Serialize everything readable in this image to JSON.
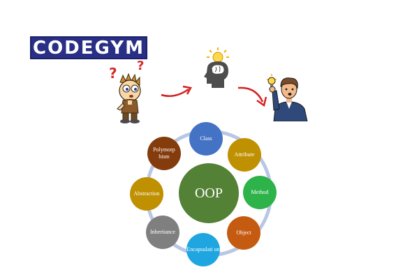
{
  "logo": {
    "text": "CODEGYM"
  },
  "illustration": {
    "question_marks": [
      "?",
      "?"
    ],
    "icons": [
      "confused-child-icon",
      "head-lightbulb-icon",
      "man-lightbulb-idea-icon",
      "red-arrow-icon"
    ]
  },
  "diagram": {
    "center": {
      "label": "OOP",
      "color": "#538135"
    },
    "connector_color": "#b9c7e4",
    "nodes": [
      {
        "label": "Class",
        "color": "#4472c4"
      },
      {
        "label": "Attribute",
        "color": "#bf9000"
      },
      {
        "label": "Method",
        "color": "#2db34a"
      },
      {
        "label": "Object",
        "color": "#c55a11"
      },
      {
        "label": "Encapsulati on",
        "color": "#1fa6e0"
      },
      {
        "label": "Inheritance",
        "color": "#7f7f7f"
      },
      {
        "label": "Abstraction",
        "color": "#bf9000"
      },
      {
        "label": "Polymorp hism",
        "color": "#843c0c"
      }
    ]
  }
}
